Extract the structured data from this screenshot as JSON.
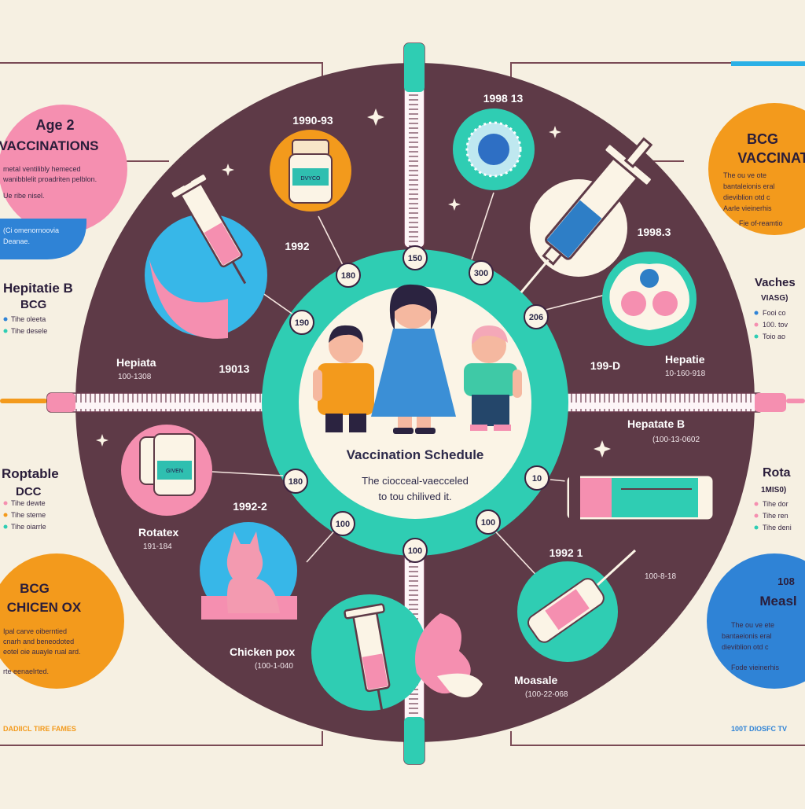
{
  "center": {
    "title": "Vaccination Schedule",
    "subtitle_line1": "The ciocceal-vaecceled",
    "subtitle_line2": "to tou chilived it."
  },
  "timeline": {
    "years": [
      "1990-93",
      "1998 13",
      "1992",
      "1998.3",
      "19013",
      "199-D",
      "1992-2",
      "1992 1"
    ],
    "badges": [
      "150",
      "180",
      "300",
      "190",
      "206",
      "180",
      "100",
      "100",
      "100",
      "10"
    ]
  },
  "labels": {
    "hepatata": {
      "name": "Hepiata",
      "range": "100-1308"
    },
    "hepatie": {
      "name": "Hepatie",
      "range": "10-160-918"
    },
    "hepatate_b": {
      "name": "Hepatate B",
      "range": "(100-13-0602"
    },
    "rotatex": {
      "name": "Rotatex",
      "range": "191-184"
    },
    "chicken_pox": {
      "name": "Chicken pox",
      "range": "(100-1-040"
    },
    "moasale": {
      "name": "Moasale",
      "range": "(100-22-068"
    },
    "range_right_lower": "100-8-18",
    "vial_label": "DVYCO",
    "small_vial_label": "GIVEN"
  },
  "left_panels": {
    "age2": {
      "title_line1": "Age 2",
      "title_line2": "VACCINATIONS",
      "text": [
        "metal ventilibly hemeced",
        "wanibblelit proadriten pelblon.",
        "Ue ribe nisel."
      ],
      "note": [
        "(Ci omenornoovia",
        "Deanae."
      ]
    },
    "hep_bcg": {
      "title_line1": "Hepitatie B",
      "title_line2": "BCG",
      "items": [
        "Tihe oleeta",
        "Tihe desele"
      ]
    },
    "roptable": {
      "title_line1": "Roptable",
      "title_line2": "DCC",
      "items": [
        "Tihe dewte",
        "Tihe steme",
        "Tihe oiarrle"
      ]
    },
    "bcg_chicken": {
      "title_line1": "BCG",
      "title_line2": "CHICEN OX",
      "text": [
        "Ipal carve oiberntied",
        "cnarh and beneodoted",
        "eotel oie auayle rual ard.",
        "rte eenaelrted."
      ],
      "footer": "DADIICL TIRE FAMES"
    }
  },
  "right_panels": {
    "bcg": {
      "title_line1": "BCG",
      "title_line2": "VACCINATI",
      "text": [
        "The ou ve ote",
        "bantaleionis eral",
        "dieviblion otd c",
        "Aarle vieinerhis",
        "Fie of-reamtio"
      ]
    },
    "vaches": {
      "title_line1": "Vaches",
      "title_line2": "VIASG)",
      "items": [
        "Fooi co",
        "100. tov",
        "Toio ao"
      ]
    },
    "rota": {
      "title_line1": "Rota",
      "title_line2": "1MIS0)",
      "items": [
        "Tihe dor",
        "Tihe ren",
        "Tihe deni"
      ]
    },
    "measl": {
      "title_line1": "108",
      "title_line2": "Measl",
      "text": [
        "The ou ve ete",
        "bantaeionis eral",
        "dieviblion otd c",
        "Fode vieinerhis"
      ],
      "footer": "100T DIOSFC TV"
    }
  },
  "colors": {
    "background": "#f6f0e2",
    "disc": "#5e3a47",
    "teal": "#2fcdb3",
    "pink": "#f58fb0",
    "orange": "#f39a1c",
    "blue": "#2f83d6",
    "cream": "#fbf4e6"
  },
  "icons": [
    "syringe-icon",
    "vial-icon",
    "virus-icon",
    "family-icon",
    "cat-icon",
    "ruler-icon",
    "sparkle-icon"
  ]
}
